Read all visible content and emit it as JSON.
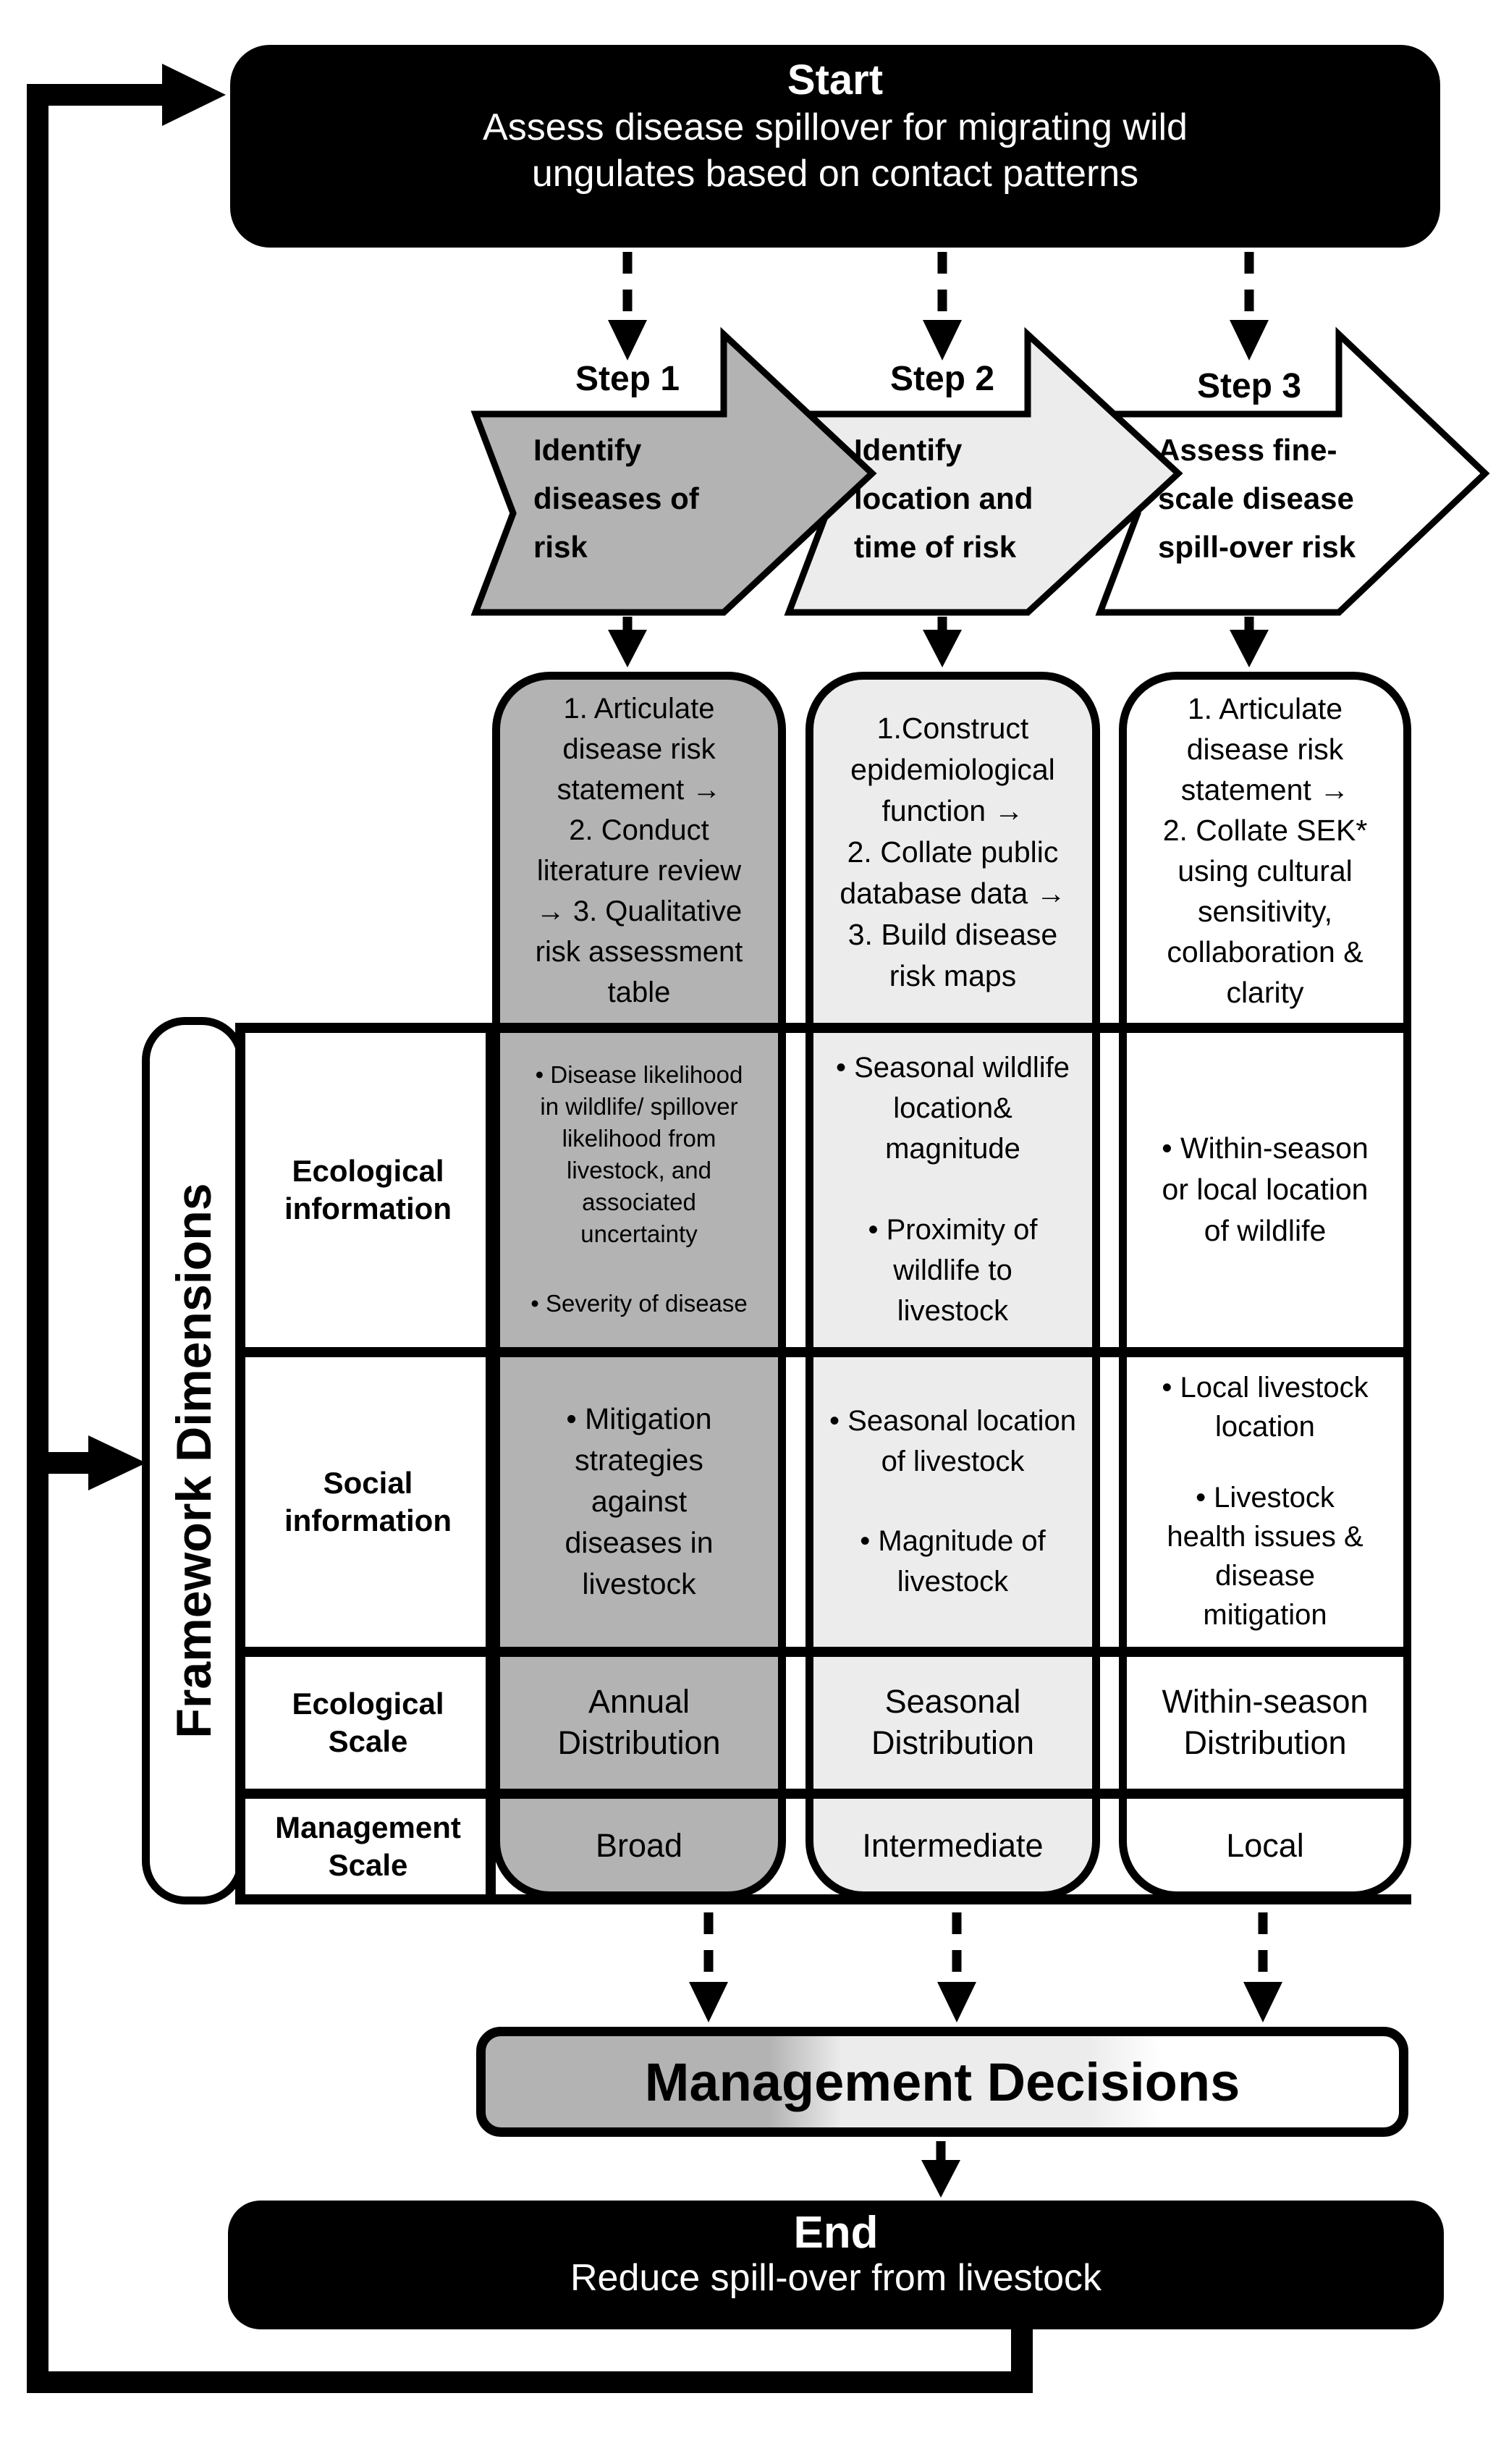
{
  "colors": {
    "box_black": "#000000",
    "column1_gray": "#b3b3b3",
    "column2_light_gray": "#ececec",
    "column3_white": "#ffffff"
  },
  "start": {
    "title": "Start",
    "subtitle": "Assess disease spillover for migrating wild\nungulates based on contact patterns"
  },
  "steps": [
    {
      "label": "Step 1",
      "text": "Identify\ndiseases of\nrisk"
    },
    {
      "label": "Step 2",
      "text": "Identify\nlocation and\ntime of risk"
    },
    {
      "label": "Step 3",
      "text": "Assess fine-\nscale disease\nspill-over risk"
    }
  ],
  "framework": {
    "sidebar_label": "Framework Dimensions",
    "row_labels": [
      "Ecological\ninformation",
      "Social\ninformation",
      "Ecological\nScale",
      "Management\nScale"
    ],
    "columns": [
      {
        "tasks": "1. Articulate\ndisease risk\nstatement →\n2. Conduct\nliterature review\n→ 3. Qualitative\nrisk assessment\ntable",
        "ecological_information": [
          "• Disease likelihood\nin wildlife/ spillover\nlikelihood from\nlivestock, and\nassociated\nuncertainty",
          "• Severity of disease"
        ],
        "social_information": [
          "• Mitigation\nstrategies\nagainst\ndiseases in\nlivestock"
        ],
        "ecological_scale": "Annual\nDistribution",
        "management_scale": "Broad"
      },
      {
        "tasks": "1.Construct\nepidemiological\nfunction →\n2. Collate public\ndatabase data →\n3. Build disease\nrisk maps",
        "ecological_information": [
          "• Seasonal wildlife\nlocation&\nmagnitude",
          "• Proximity of\nwildlife to\nlivestock"
        ],
        "social_information": [
          "• Seasonal location\nof livestock",
          "• Magnitude of\nlivestock"
        ],
        "ecological_scale": "Seasonal\nDistribution",
        "management_scale": "Intermediate"
      },
      {
        "tasks": "1. Articulate\ndisease risk\nstatement →\n2. Collate SEK*\nusing cultural\nsensitivity,\ncollaboration &\nclarity",
        "ecological_information": [
          "• Within-season\nor local location\nof wildlife"
        ],
        "social_information": [
          "• Local livestock\nlocation",
          "• Livestock\nhealth issues &\ndisease\nmitigation"
        ],
        "ecological_scale": "Within-season\nDistribution",
        "management_scale": "Local"
      }
    ]
  },
  "management_decisions": {
    "label": "Management Decisions"
  },
  "end": {
    "title": "End",
    "subtitle": "Reduce spill-over from livestock"
  }
}
